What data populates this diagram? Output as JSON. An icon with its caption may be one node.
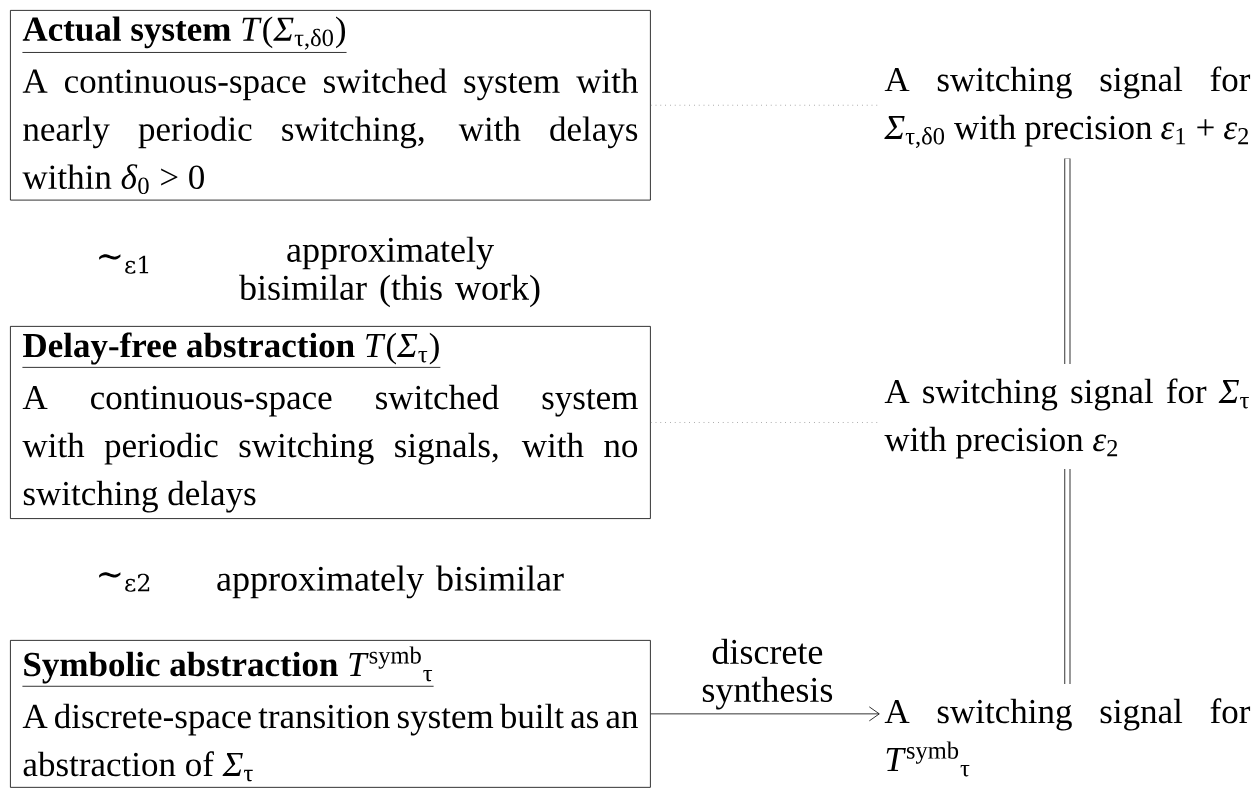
{
  "diagram": {
    "nodes": [
      {
        "text": [
          "**Actual system** *T*(*Σ*$_{τ,δ0}$)",
          "A continuous-space switched system with nearly periodic switching, with delays within *δ*$_{0}$ > 0"
        ]
      },
      {
        "text": [
          "**Delay-free abstraction** *T*(*Σ*$_{τ}$)",
          "A continuous-space switched system with periodic switching signals, with no switching delays"
        ]
      },
      {
        "text": [
          "**Symbolic abstraction** *T*$^{symb}$$_{τ}$",
          "A discrete-space transition system built as an abstraction of *Σ*$_{τ}$"
        ]
      },
      {
        "text": [
          "A switching signal for *Σ*$_{τ,δ0}$ with precision *ε*$_{1}$ + *ε*$_{2}$"
        ]
      },
      {
        "text": [
          "A switching signal for *Σ*$_{τ}$ with precision *ε*$_{2}$"
        ]
      },
      {
        "text": [
          "A switching signal for *T*$^{symb}$$_{τ}$"
        ]
      }
    ],
    "edges": [
      {
        "from": 0,
        "to": 3,
        "arrow": "none",
        "style": "dashed",
        "color": "#808080"
      },
      {
        "from": 1,
        "to": 4,
        "arrow": "none",
        "style": "dashed",
        "color": "#808080"
      },
      {
        "from": 2,
        "to": 5,
        "arrow": "to",
        "label": "discrete synthesis"
      },
      {
        "from": 3,
        "to": 4,
        "arrow": "none",
        "style": "thick"
      },
      {
        "from": 4,
        "to": 5,
        "arrow": "none",
        "style": "thick"
      }
    ],
    "labels": [
      "∼$_{ε1}$",
      "approximately bisimilar (this work)",
      "∼$_{ε2}$",
      "approximately bisimilar"
    ]
  }
}
